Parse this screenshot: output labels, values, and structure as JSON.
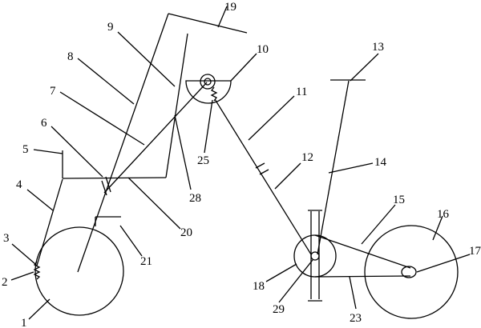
{
  "figure": {
    "line_color": "#000000",
    "background": "#ffffff"
  },
  "callouts": [
    {
      "id": "c1",
      "text": "1"
    },
    {
      "id": "c2",
      "text": "2"
    },
    {
      "id": "c3",
      "text": "3"
    },
    {
      "id": "c4",
      "text": "4"
    },
    {
      "id": "c5",
      "text": "5"
    },
    {
      "id": "c6",
      "text": "6"
    },
    {
      "id": "c7",
      "text": "7"
    },
    {
      "id": "c8",
      "text": "8"
    },
    {
      "id": "c9",
      "text": "9"
    },
    {
      "id": "c10",
      "text": "10"
    },
    {
      "id": "c11",
      "text": "11"
    },
    {
      "id": "c12",
      "text": "12"
    },
    {
      "id": "c13",
      "text": "13"
    },
    {
      "id": "c14",
      "text": "14"
    },
    {
      "id": "c15",
      "text": "15"
    },
    {
      "id": "c16",
      "text": "16"
    },
    {
      "id": "c17",
      "text": "17"
    },
    {
      "id": "c18",
      "text": "18"
    },
    {
      "id": "c19",
      "text": "19"
    },
    {
      "id": "c20",
      "text": "20"
    },
    {
      "id": "c21",
      "text": "21"
    },
    {
      "id": "c23",
      "text": "23"
    },
    {
      "id": "c25",
      "text": "25"
    },
    {
      "id": "c28",
      "text": "28"
    },
    {
      "id": "c29",
      "text": "29"
    }
  ]
}
